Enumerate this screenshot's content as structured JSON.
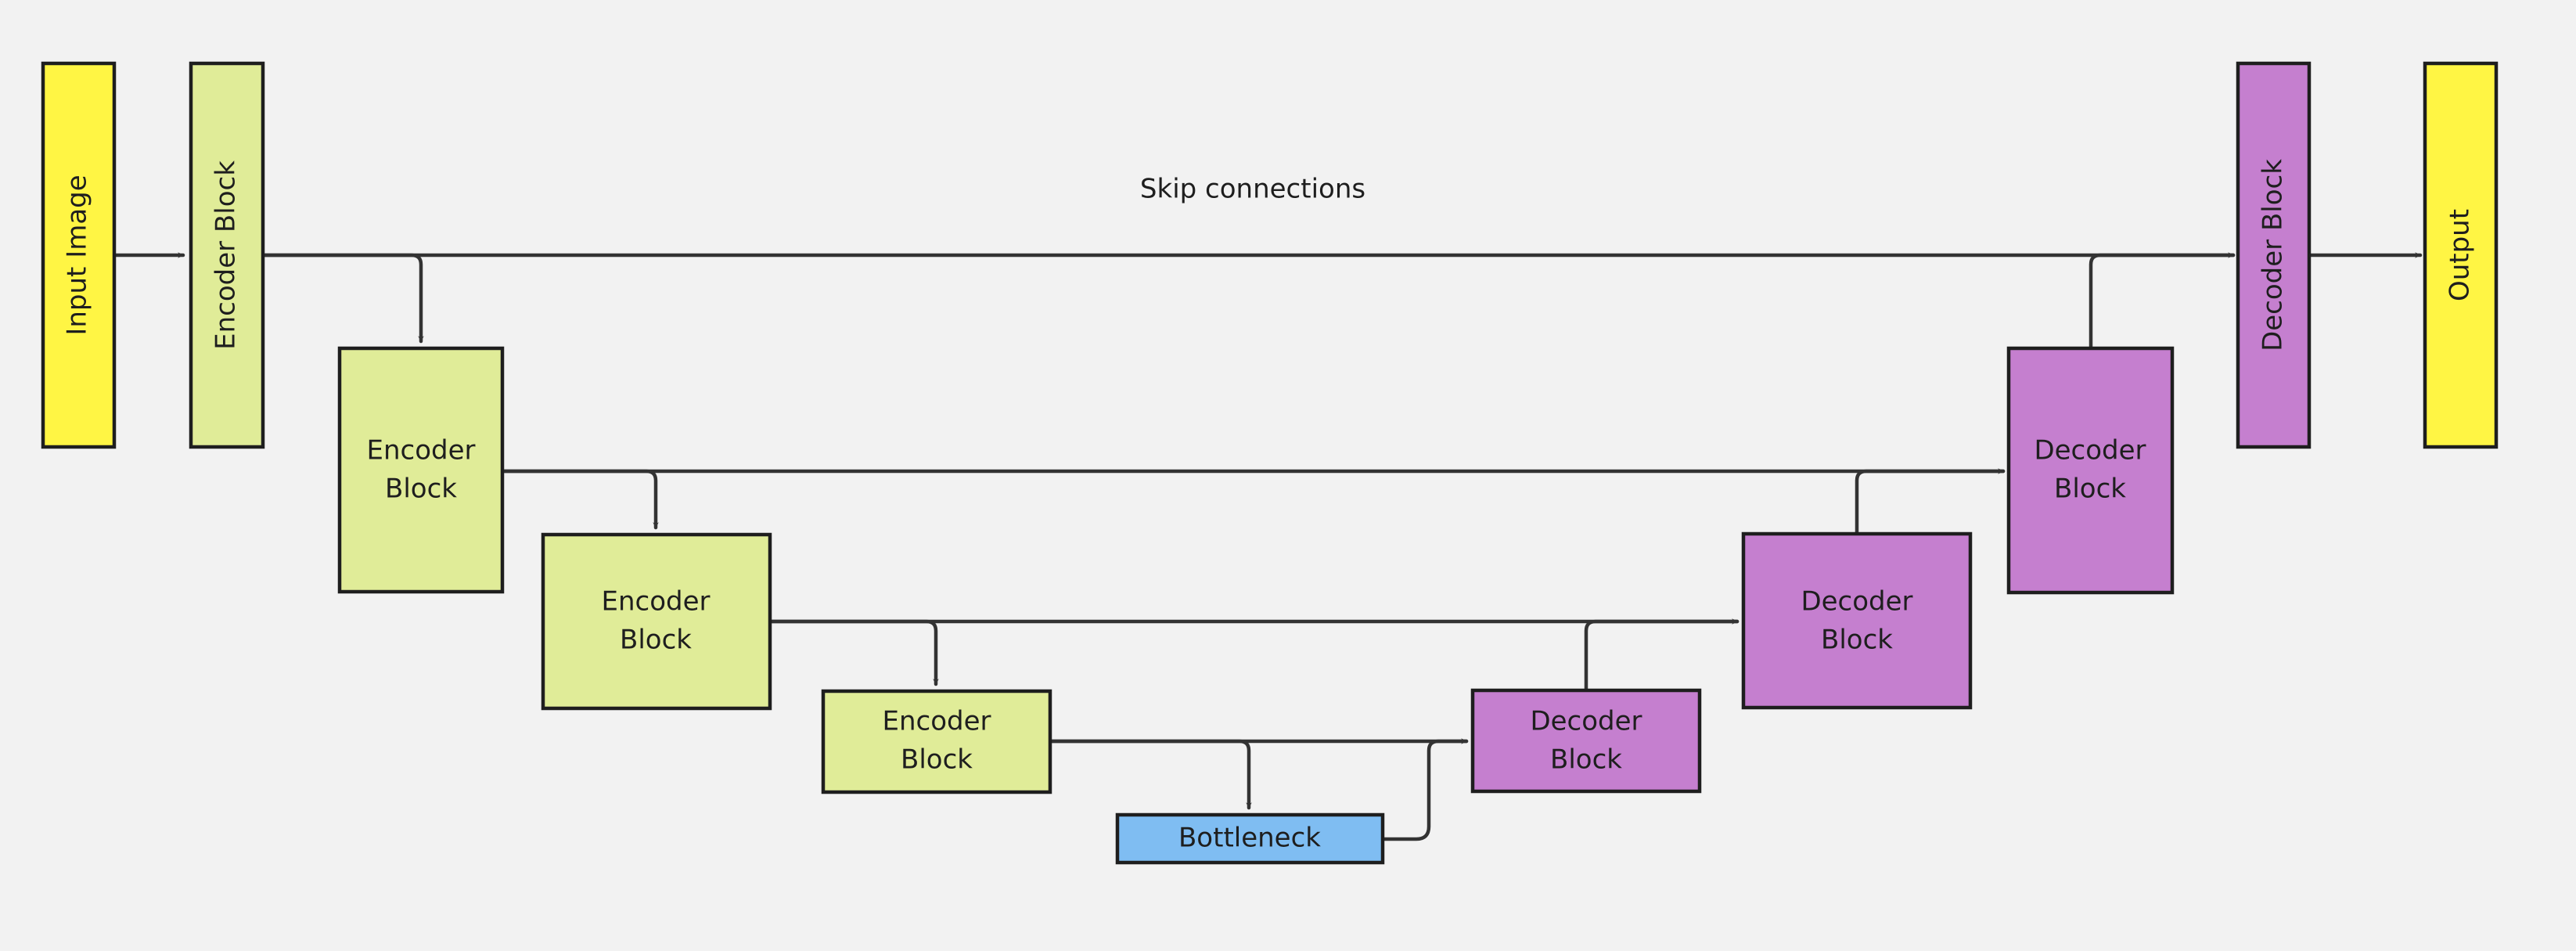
{
  "diagram": {
    "caption": "Skip connections",
    "colors": {
      "background": "#f2f2f2",
      "io": "#fff544",
      "encoder": "#e0ec98",
      "decoder": "#c57fcf",
      "bottleneck": "#7fbdf2",
      "stroke": "#1e1e1e",
      "edge": "#333333"
    },
    "nodes": {
      "input": {
        "label": "Input Image"
      },
      "enc1": {
        "label": "Encoder Block"
      },
      "enc2": {
        "line1": "Encoder",
        "line2": "Block"
      },
      "enc3": {
        "line1": "Encoder",
        "line2": "Block"
      },
      "enc4": {
        "line1": "Encoder",
        "line2": "Block"
      },
      "bottleneck": {
        "label": "Bottleneck"
      },
      "dec4": {
        "line1": "Decoder",
        "line2": "Block"
      },
      "dec3": {
        "line1": "Decoder",
        "line2": "Block"
      },
      "dec2": {
        "line1": "Decoder",
        "line2": "Block"
      },
      "dec1": {
        "label": "Decoder Block"
      },
      "output": {
        "label": "Output"
      }
    },
    "edges": [
      {
        "from": "input",
        "to": "enc1"
      },
      {
        "from": "enc1",
        "to": "enc2"
      },
      {
        "from": "enc2",
        "to": "enc3"
      },
      {
        "from": "enc3",
        "to": "enc4"
      },
      {
        "from": "enc4",
        "to": "bottleneck"
      },
      {
        "from": "bottleneck",
        "to": "dec4"
      },
      {
        "from": "dec4",
        "to": "dec3"
      },
      {
        "from": "dec3",
        "to": "dec2"
      },
      {
        "from": "dec2",
        "to": "dec1"
      },
      {
        "from": "dec1",
        "to": "output"
      },
      {
        "from": "enc1",
        "to": "dec1",
        "kind": "skip"
      },
      {
        "from": "enc2",
        "to": "dec2",
        "kind": "skip"
      },
      {
        "from": "enc3",
        "to": "dec3",
        "kind": "skip"
      },
      {
        "from": "enc4",
        "to": "dec4",
        "kind": "skip"
      }
    ]
  }
}
